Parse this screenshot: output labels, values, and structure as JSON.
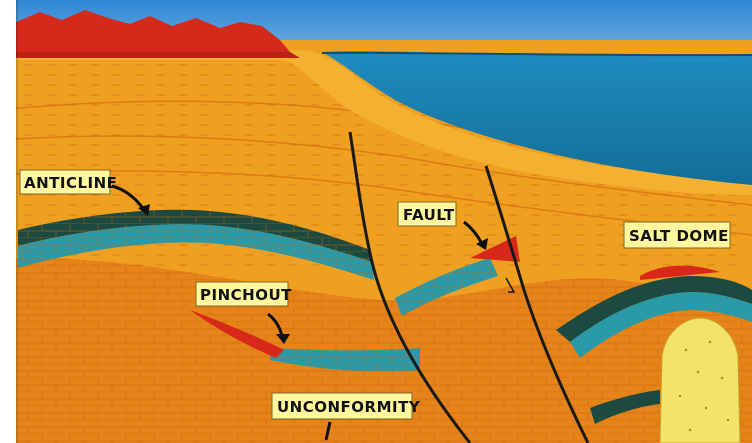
{
  "labels": {
    "anticline": "ANTICLINE",
    "fault": "FAULT",
    "salt_dome": "SALT DOME",
    "pinchout": "PINCHOUT",
    "unconformity": "UNCONFORMITY"
  },
  "colors": {
    "sky": "#3b8fd6",
    "sea": "#1b7fb0",
    "mountains": "#d42a1c",
    "rock": "#f0a020",
    "rock_dark": "#e07a12",
    "reservoir": "#1f8f9a",
    "reservoir_dark": "#1a5a55",
    "oil": "#d8281a",
    "salt": "#f3e36a",
    "label_bg": "#fff6a0",
    "fault_line": "#1a1a1a"
  }
}
